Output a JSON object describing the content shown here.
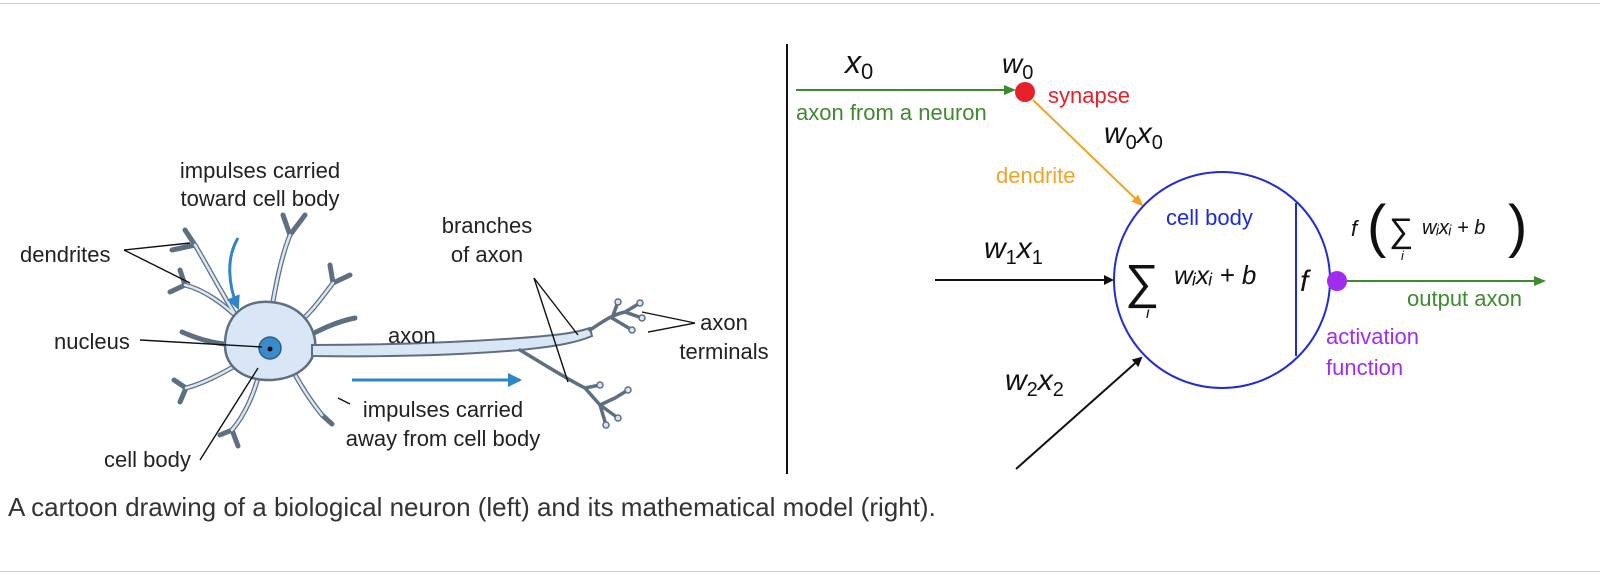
{
  "colors": {
    "green": "#3f8a2f",
    "red": "#e8202a",
    "orange": "#f2a325",
    "blue": "#1f2bd6",
    "purple": "#a12cf0",
    "neuron_fill": "#d9e6f5",
    "neuron_edge": "#5f6f82",
    "nucleus": "#3b8bcb",
    "impulse_arrow": "#2e86c8"
  },
  "left": {
    "impulses_toward_line1": "impulses carried",
    "impulses_toward_line2": "toward cell body",
    "dendrites": "dendrites",
    "nucleus": "nucleus",
    "cell_body": "cell body",
    "axon": "axon",
    "branches_line1": "branches",
    "branches_line2": "of axon",
    "terminals_line1": "axon",
    "terminals_line2": "terminals",
    "impulses_away_line1": "impulses carried",
    "impulses_away_line2": "away from cell body"
  },
  "right": {
    "x0": "x",
    "x0_sub": "0",
    "w0": "w",
    "w0_sub": "0",
    "synapse": "synapse",
    "axon_from_neuron": "axon from a neuron",
    "w0x0_w": "w",
    "w0x0_sub1": "0",
    "w0x0_x": "x",
    "w0x0_sub2": "0",
    "dendrite": "dendrite",
    "cell_body": "cell body",
    "w1x1_w": "w",
    "w1x1_sub1": "1",
    "w1x1_x": "x",
    "w1x1_sub2": "1",
    "w2x2_w": "w",
    "w2x2_sub1": "2",
    "w2x2_x": "x",
    "w2x2_sub2": "2",
    "sum_sign": "∑",
    "sum_index": "i",
    "sum_expr": "wᵢxᵢ + b",
    "f": "f",
    "output_axon": "output axon",
    "activation_line1": "activation",
    "activation_line2": "function",
    "out_f": "f",
    "out_open": "(",
    "out_sum": "∑",
    "out_index": "i",
    "out_expr": "wᵢxᵢ + b",
    "out_close": ")"
  },
  "caption": "A cartoon drawing of a biological neuron (left) and its mathematical model (right)."
}
